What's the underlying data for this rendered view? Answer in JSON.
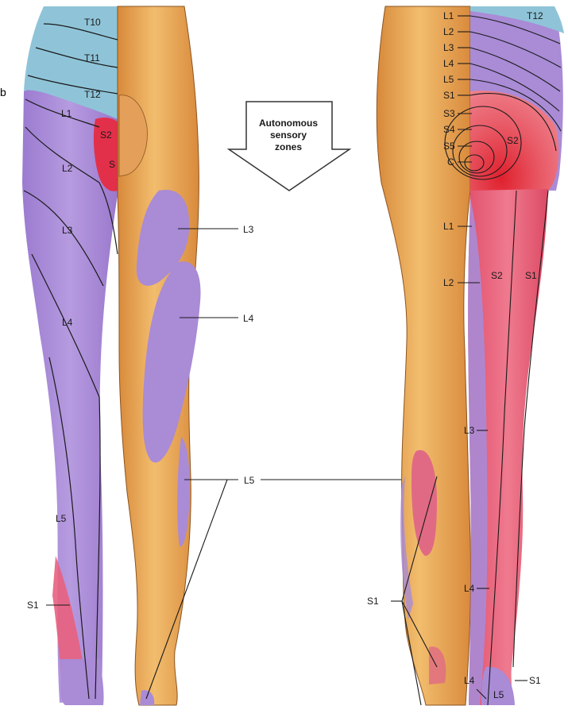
{
  "figure": {
    "partial_letter": "b",
    "callout": [
      "Autonomous",
      "sensory",
      "zones"
    ],
    "colors": {
      "thoracic": "#8fc4d8",
      "lumbar": "#a98bd6",
      "sacral_s1": "#e85b7a",
      "sacral_s2": "#e04a55",
      "skin": "#e9a85a",
      "outline": "#7a4a1e",
      "line": "#1a1a1a"
    },
    "front_labels": [
      "T10",
      "T11",
      "T12",
      "L1",
      "S2",
      "S",
      "L2",
      "L3",
      "L4",
      "L5",
      "S1"
    ],
    "zone_labels": [
      "L3",
      "L4",
      "L5",
      "S1"
    ],
    "back_labels": [
      "L1",
      "L2",
      "L3",
      "L4",
      "L5",
      "S1",
      "S3",
      "S4",
      "S5",
      "C",
      "T12",
      "S2"
    ],
    "back_leg_labels": [
      "L1",
      "L2",
      "S2",
      "S1",
      "L3",
      "L4",
      "L4",
      "L5",
      "S1"
    ]
  }
}
